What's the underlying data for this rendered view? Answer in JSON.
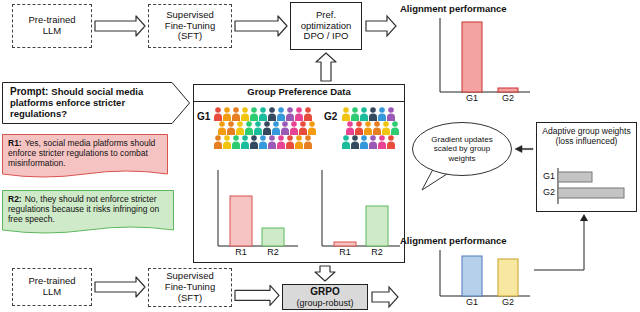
{
  "diagram": {
    "nodes": [
      {
        "text": [
          "Pre-trained LLM"
        ]
      },
      {
        "text": [
          "Supervised Fine-Tuning (SFT)"
        ]
      },
      {
        "text": [
          "Pref. optimization DPO / IPO"
        ]
      },
      {
        "text": [
          "Prompt:",
          "Should social media platforms enforce stricter regulations?"
        ]
      },
      {
        "text": [
          "R1:",
          "Yes, social media platforms should enforce stricter regulations to combat misinformation."
        ]
      },
      {
        "text": [
          "R2:",
          "No, they should not enforce stricter regulations because it risks infringing on free speech."
        ]
      },
      {
        "text": [
          "Group Preference Data"
        ]
      },
      {
        "text": [
          "Gradient updates scaled by group weights"
        ]
      },
      {
        "text": [
          "Adaptive group weights (loss influenced)"
        ]
      },
      {
        "text": [
          "Pre-trained LLM"
        ]
      },
      {
        "text": [
          "Supervised Fine-Tuning (SFT)"
        ]
      },
      {
        "text": [
          "GRPO",
          "(group-robust)"
        ]
      }
    ],
    "edges": [
      {
        "from": 0,
        "to": 1,
        "arrow": "to"
      },
      {
        "from": 1,
        "to": 2,
        "arrow": "to"
      },
      {
        "from": 6,
        "to": 2,
        "arrow": "to"
      },
      {
        "from": 6,
        "to": 11,
        "arrow": "to"
      },
      {
        "from": 8,
        "to": 7,
        "arrow": "to"
      },
      {
        "from": 9,
        "to": 10,
        "arrow": "to"
      },
      {
        "from": 10,
        "to": 11,
        "arrow": "to"
      }
    ],
    "labels": [
      "Alignment performance",
      "G1",
      "G2",
      "G1",
      "G2",
      "R1",
      "R2",
      "R1",
      "R2",
      "G1",
      "G2",
      "Alignment performance",
      "G1",
      "G2"
    ]
  }
}
